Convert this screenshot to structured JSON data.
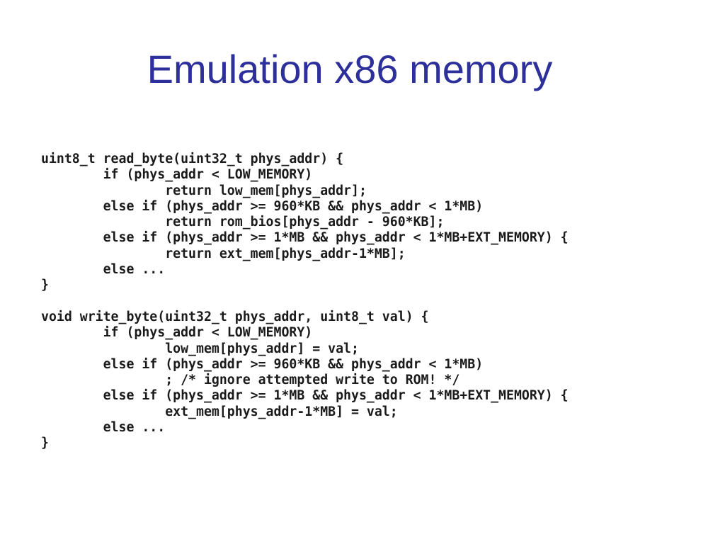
{
  "slide": {
    "title": "Emulation x86 memory",
    "code_lines": [
      "uint8_t read_byte(uint32_t phys_addr) {",
      "        if (phys_addr < LOW_MEMORY)",
      "                return low_mem[phys_addr];",
      "        else if (phys_addr >= 960*KB && phys_addr < 1*MB)",
      "                return rom_bios[phys_addr - 960*KB];",
      "        else if (phys_addr >= 1*MB && phys_addr < 1*MB+EXT_MEMORY) {",
      "                return ext_mem[phys_addr-1*MB];",
      "        else ...",
      "}",
      "",
      "void write_byte(uint32_t phys_addr, uint8_t val) {",
      "        if (phys_addr < LOW_MEMORY)",
      "                low_mem[phys_addr] = val;",
      "        else if (phys_addr >= 960*KB && phys_addr < 1*MB)",
      "                ; /* ignore attempted write to ROM! */",
      "        else if (phys_addr >= 1*MB && phys_addr < 1*MB+EXT_MEMORY) {",
      "                ext_mem[phys_addr-1*MB] = val;",
      "        else ...",
      "}"
    ]
  },
  "colors": {
    "title": "#2d2f9a",
    "code": "#1a1a1a",
    "background": "#ffffff"
  }
}
